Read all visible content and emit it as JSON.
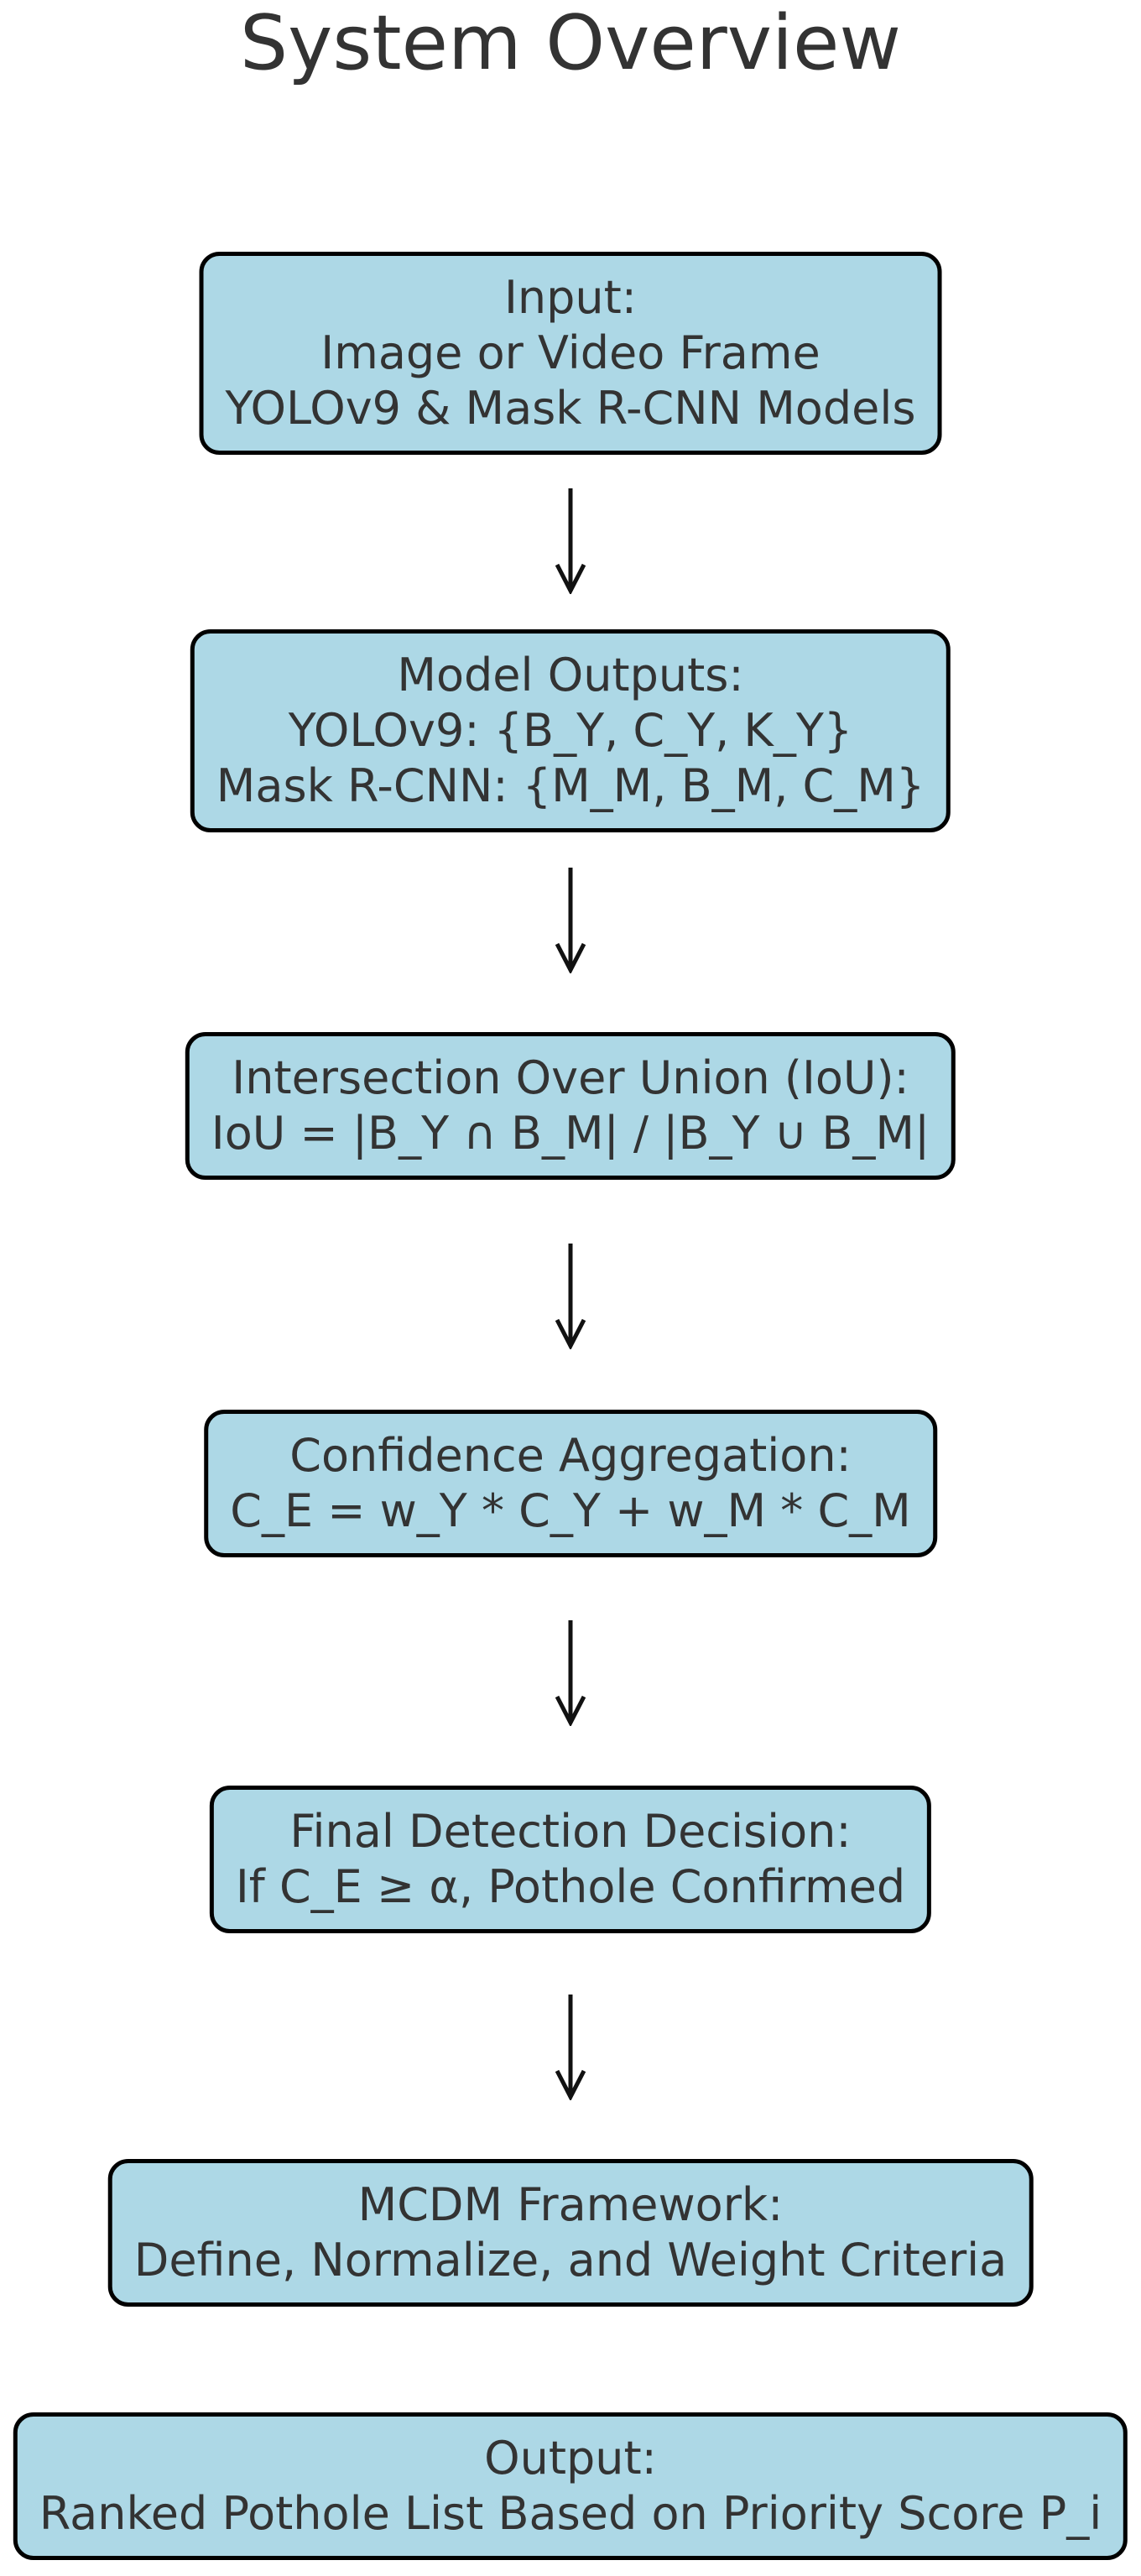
{
  "title": "System Overview",
  "colors": {
    "background": "#FFFFFF",
    "box_fill": "#ADD8E6",
    "box_border": "#000000",
    "text": "#333333",
    "arrow": "#111111"
  },
  "flowchart": {
    "direction": "top-to-bottom",
    "arrow_count": 5,
    "nodes": [
      {
        "id": "input",
        "lines": [
          "Input:",
          "Image or Video Frame",
          "YOLOv9 & Mask R-CNN Models"
        ]
      },
      {
        "id": "model-outputs",
        "lines": [
          "Model Outputs:",
          "YOLOv9: {B_Y, C_Y, K_Y}",
          "Mask R-CNN: {M_M, B_M, C_M}"
        ]
      },
      {
        "id": "iou",
        "lines": [
          "Intersection Over Union (IoU):",
          "IoU = |B_Y ∩ B_M| / |B_Y ∪ B_M|"
        ]
      },
      {
        "id": "confidence-aggregation",
        "lines": [
          "Confidence Aggregation:",
          "C_E = w_Y * C_Y + w_M * C_M"
        ]
      },
      {
        "id": "final-detection-decision",
        "lines": [
          "Final Detection Decision:",
          "If C_E ≥ α, Pothole Confirmed"
        ]
      },
      {
        "id": "mcdm-framework",
        "lines": [
          "MCDM Framework:",
          "Define, Normalize, and Weight Criteria"
        ]
      },
      {
        "id": "output",
        "lines": [
          "Output:",
          "Ranked Pothole List Based on Priority Score P_i"
        ]
      }
    ]
  }
}
